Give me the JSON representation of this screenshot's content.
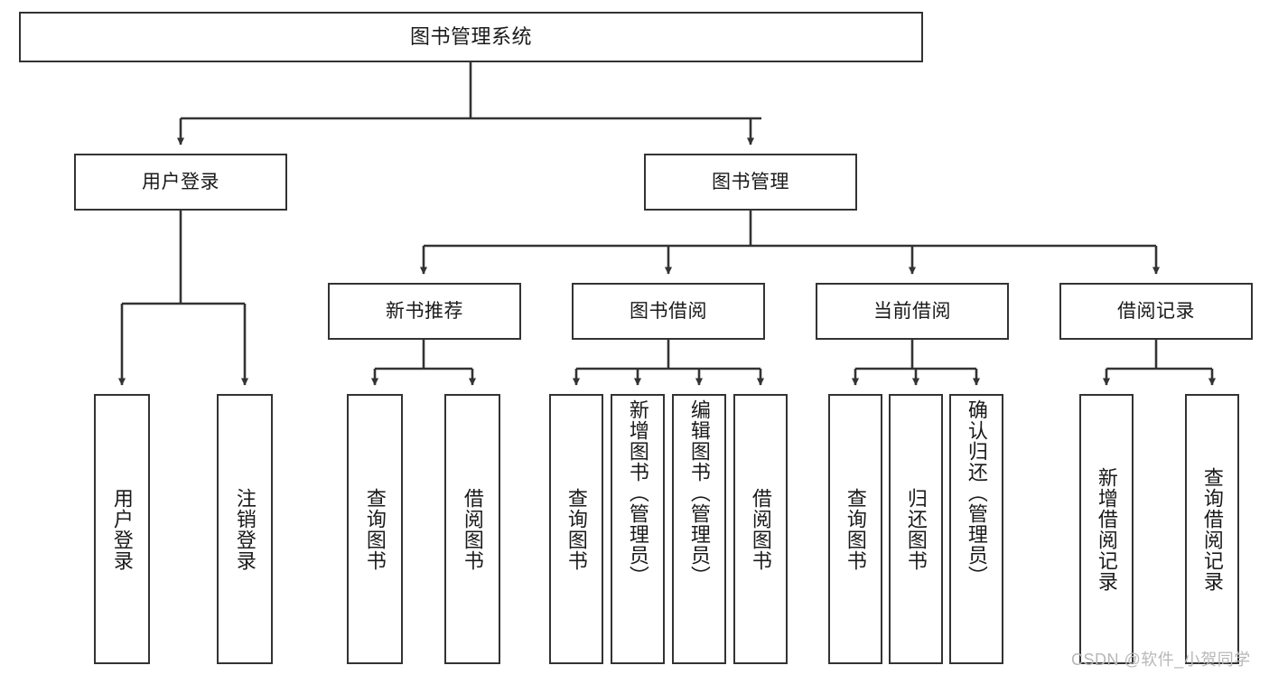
{
  "diagram": {
    "type": "tree-hierarchy",
    "title": "图书管理系统",
    "orientation": "top-down",
    "colors": {
      "box_border": "#333333",
      "box_fill": "#ffffff",
      "connector": "#333333",
      "text": "#1a1a1a",
      "watermark": "#b8b8b8"
    },
    "root": {
      "label": "图书管理系统"
    },
    "level2": [
      {
        "label": "用户登录"
      },
      {
        "label": "图书管理"
      }
    ],
    "level3": [
      {
        "label": "新书推荐"
      },
      {
        "label": "图书借阅"
      },
      {
        "label": "当前借阅"
      },
      {
        "label": "借阅记录"
      }
    ],
    "leaves": {
      "user_login": [
        {
          "label": "用户登录"
        },
        {
          "label": "注销登录"
        }
      ],
      "new_book_recommend": [
        {
          "label": "查询图书"
        },
        {
          "label": "借阅图书"
        }
      ],
      "book_borrow": [
        {
          "label": "查询图书"
        },
        {
          "label": "新增图书（管理员）"
        },
        {
          "label": "编辑图书（管理员）"
        },
        {
          "label": "借阅图书"
        }
      ],
      "current_borrow": [
        {
          "label": "查询图书"
        },
        {
          "label": "归还图书"
        },
        {
          "label": "确认归还（管理员）"
        }
      ],
      "borrow_record": [
        {
          "label": "新增借阅记录"
        },
        {
          "label": "查询借阅记录"
        }
      ]
    },
    "edges": [
      {
        "from": "图书管理系统",
        "to": "用户登录"
      },
      {
        "from": "图书管理系统",
        "to": "图书管理"
      },
      {
        "from": "用户登录",
        "to": "用户登录"
      },
      {
        "from": "用户登录",
        "to": "注销登录"
      },
      {
        "from": "图书管理",
        "to": "新书推荐"
      },
      {
        "from": "图书管理",
        "to": "图书借阅"
      },
      {
        "from": "图书管理",
        "to": "当前借阅"
      },
      {
        "from": "图书管理",
        "to": "借阅记录"
      },
      {
        "from": "新书推荐",
        "to": "查询图书"
      },
      {
        "from": "新书推荐",
        "to": "借阅图书"
      },
      {
        "from": "图书借阅",
        "to": "查询图书"
      },
      {
        "from": "图书借阅",
        "to": "新增图书（管理员）"
      },
      {
        "from": "图书借阅",
        "to": "编辑图书（管理员）"
      },
      {
        "from": "图书借阅",
        "to": "借阅图书"
      },
      {
        "from": "当前借阅",
        "to": "查询图书"
      },
      {
        "from": "当前借阅",
        "to": "归还图书"
      },
      {
        "from": "当前借阅",
        "to": "确认归还（管理员）"
      },
      {
        "from": "借阅记录",
        "to": "新增借阅记录"
      },
      {
        "from": "借阅记录",
        "to": "查询借阅记录"
      }
    ]
  },
  "watermark": {
    "text": "CSDN @软件_小贺同学"
  }
}
